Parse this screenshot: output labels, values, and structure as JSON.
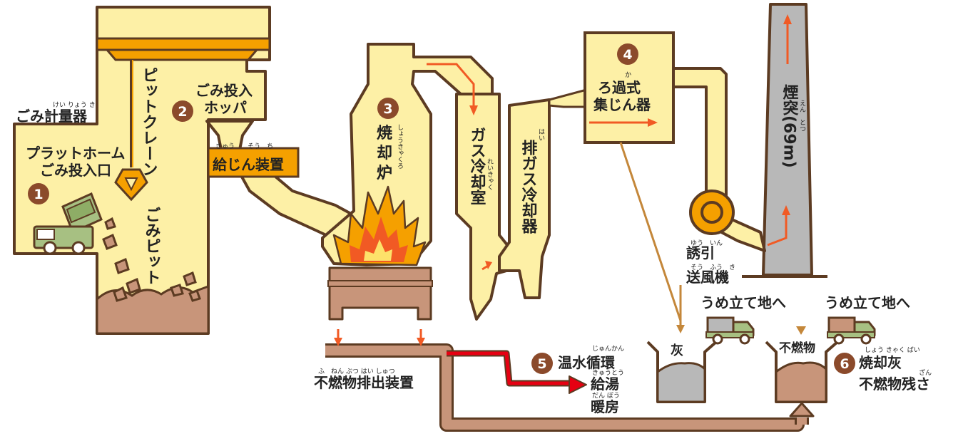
{
  "labels": {
    "scale": "ごみ計量器",
    "platform": "プラットホーム",
    "platform2": "ごみ投入口",
    "crane": "ピットクレーン",
    "pit": "ごみピット",
    "hopper1": "ごみ投入",
    "hopper2": "ホッパ",
    "feeder": "給じん装置",
    "furnace1": "焼",
    "furnace2": "却",
    "furnace3": "炉",
    "gas_chamber": "ガス冷却室",
    "exhaust_cooler": "排ガス冷却器",
    "filter1": "ろ過式",
    "filter2": "集じん器",
    "chimney": "煙突(69m)",
    "fan1": "誘引",
    "fan2": "送風機",
    "landfill1": "うめ立て地へ",
    "landfill2": "うめ立て地へ",
    "ash": "灰",
    "noncomb": "不燃物",
    "discharge": "不燃物排出装置",
    "hot_water": "温水循環",
    "hot_water2": "給湯",
    "hot_water3": "暖房",
    "ash_residue1": "焼却灰",
    "ash_residue2": "不燃物残さ"
  },
  "ruby": {
    "scale": "けい りょう き",
    "feeder": "きゅう　　そう　ち",
    "furnace": "しょうきゃくろ",
    "gas_chamber": "れいきゃく",
    "exhaust": "はい",
    "filter": "か",
    "chimney": "えん　とつ",
    "fan1": "ゆう　いん",
    "fan2": "そう　ふう　き",
    "discharge": "ふ　ねん ぶつ はい しゅつ",
    "hot_water": "じゅんかん",
    "hot_water2": "きゅうとう",
    "hot_water3": "だん ぼう",
    "ash_residue": "しょう きゃく ばい",
    "ash_residue2": "ざん"
  },
  "badges": [
    "1",
    "2",
    "3",
    "4",
    "5",
    "6"
  ],
  "colors": {
    "building": "#fdf0a6",
    "outline": "#5c3b22",
    "brown": "#c8957a",
    "orange": "#f5a000",
    "badge": "#8b4a2b",
    "arrow": "#f15a24",
    "red": "#e60012",
    "chimney": "#b8b8b8"
  }
}
